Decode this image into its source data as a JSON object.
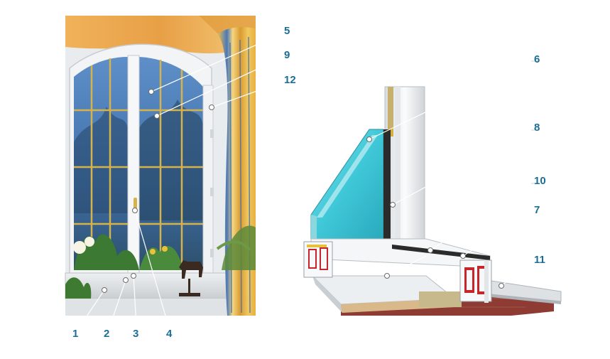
{
  "diagram": {
    "type": "window-construction-callout-diagram",
    "colors": {
      "callout_text": "#1c6e95",
      "leader_line": "#ffffff",
      "frame_pvc": "#f2f4f5",
      "glass": "#3fc8d8",
      "reinforcement": "#c8252b",
      "sill_board": "#d9b98a",
      "wall_brick": "#8e3b34",
      "curtain": "#e3ad3a"
    },
    "callouts": [
      {
        "id": "1",
        "label": "1"
      },
      {
        "id": "2",
        "label": "2"
      },
      {
        "id": "3",
        "label": "3"
      },
      {
        "id": "4",
        "label": "4"
      },
      {
        "id": "5",
        "label": "5"
      },
      {
        "id": "6",
        "label": "6"
      },
      {
        "id": "7",
        "label": "7"
      },
      {
        "id": "8",
        "label": "8"
      },
      {
        "id": "9",
        "label": "9"
      },
      {
        "id": "10",
        "label": "10"
      },
      {
        "id": "11",
        "label": "11"
      },
      {
        "id": "12",
        "label": "12"
      }
    ]
  }
}
